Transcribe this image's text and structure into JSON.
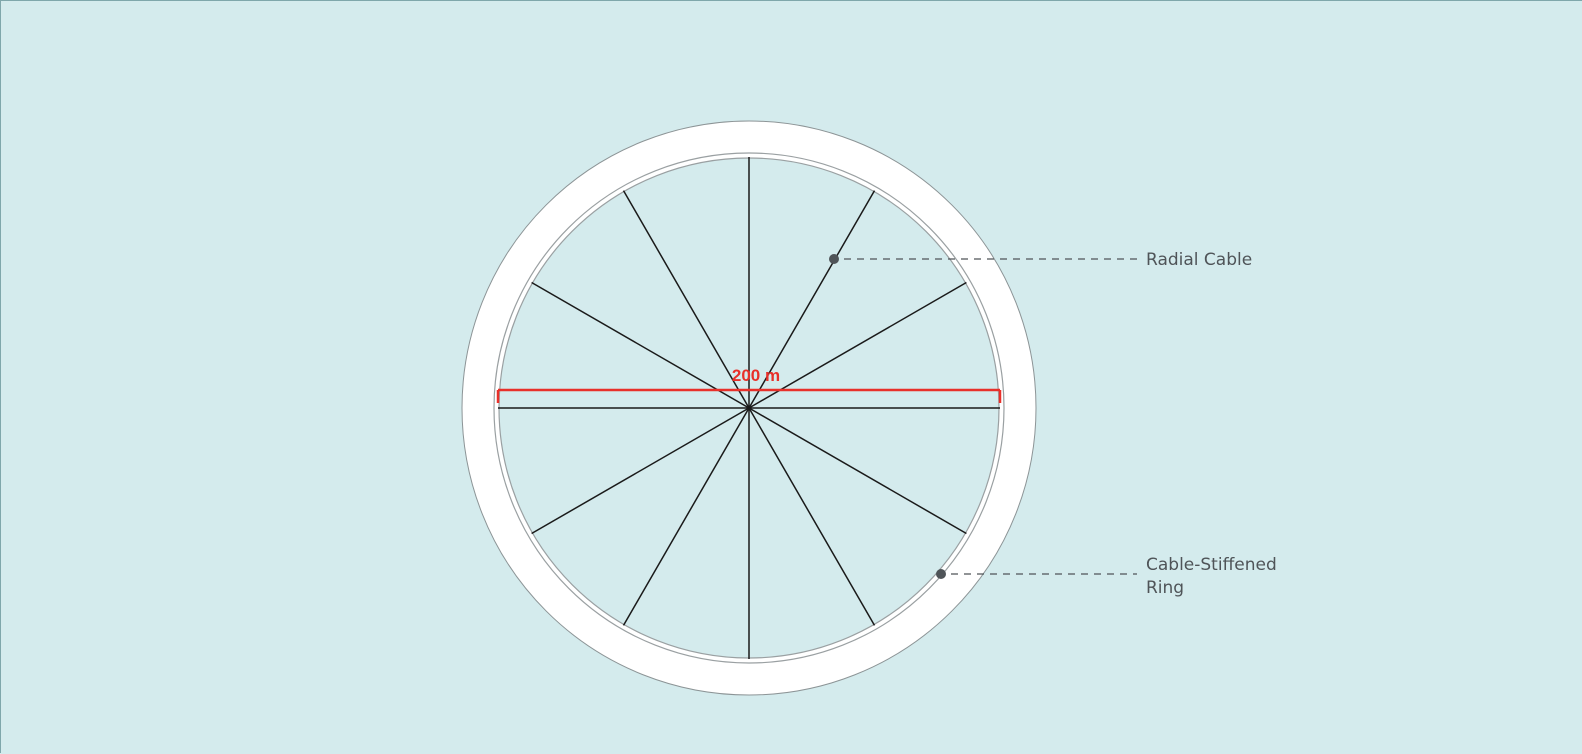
{
  "diagram": {
    "dimension": {
      "label": "200 m",
      "color": "#e8302a"
    },
    "spoke_count": 12,
    "callouts": {
      "radial_cable": {
        "lines": [
          "Radial Cable"
        ]
      },
      "ring": {
        "lines": [
          "Cable-Stiffened",
          "Ring"
        ]
      }
    },
    "colors": {
      "background": "#d4ebed",
      "ring": "#ffffff",
      "spokes": "#1a1a1a",
      "callout_text": "#4f5458",
      "callout_dot": "#4f5458"
    }
  }
}
